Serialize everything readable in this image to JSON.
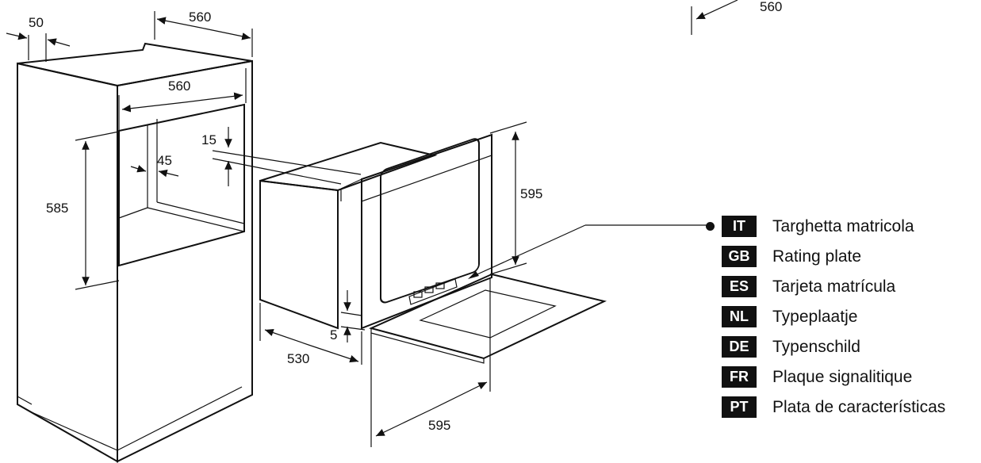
{
  "dimensions": {
    "top_left_offset": "50",
    "cabinet_depth": "560",
    "opening_width": "560",
    "top_gap": "15",
    "side_clearance": "45",
    "opening_height": "585",
    "oven_height": "595",
    "bottom_gap": "5",
    "oven_depth": "530",
    "oven_width": "595",
    "corner_dim": "560"
  },
  "legend": {
    "items": [
      {
        "code": "IT",
        "label": "Targhetta matricola"
      },
      {
        "code": "GB",
        "label": "Rating plate"
      },
      {
        "code": "ES",
        "label": "Tarjeta matrícula"
      },
      {
        "code": "NL",
        "label": "Typeplaatje"
      },
      {
        "code": "DE",
        "label": "Typenschild"
      },
      {
        "code": "FR",
        "label": "Plaque signalitique"
      },
      {
        "code": "PT",
        "label": "Plata de características"
      }
    ]
  }
}
